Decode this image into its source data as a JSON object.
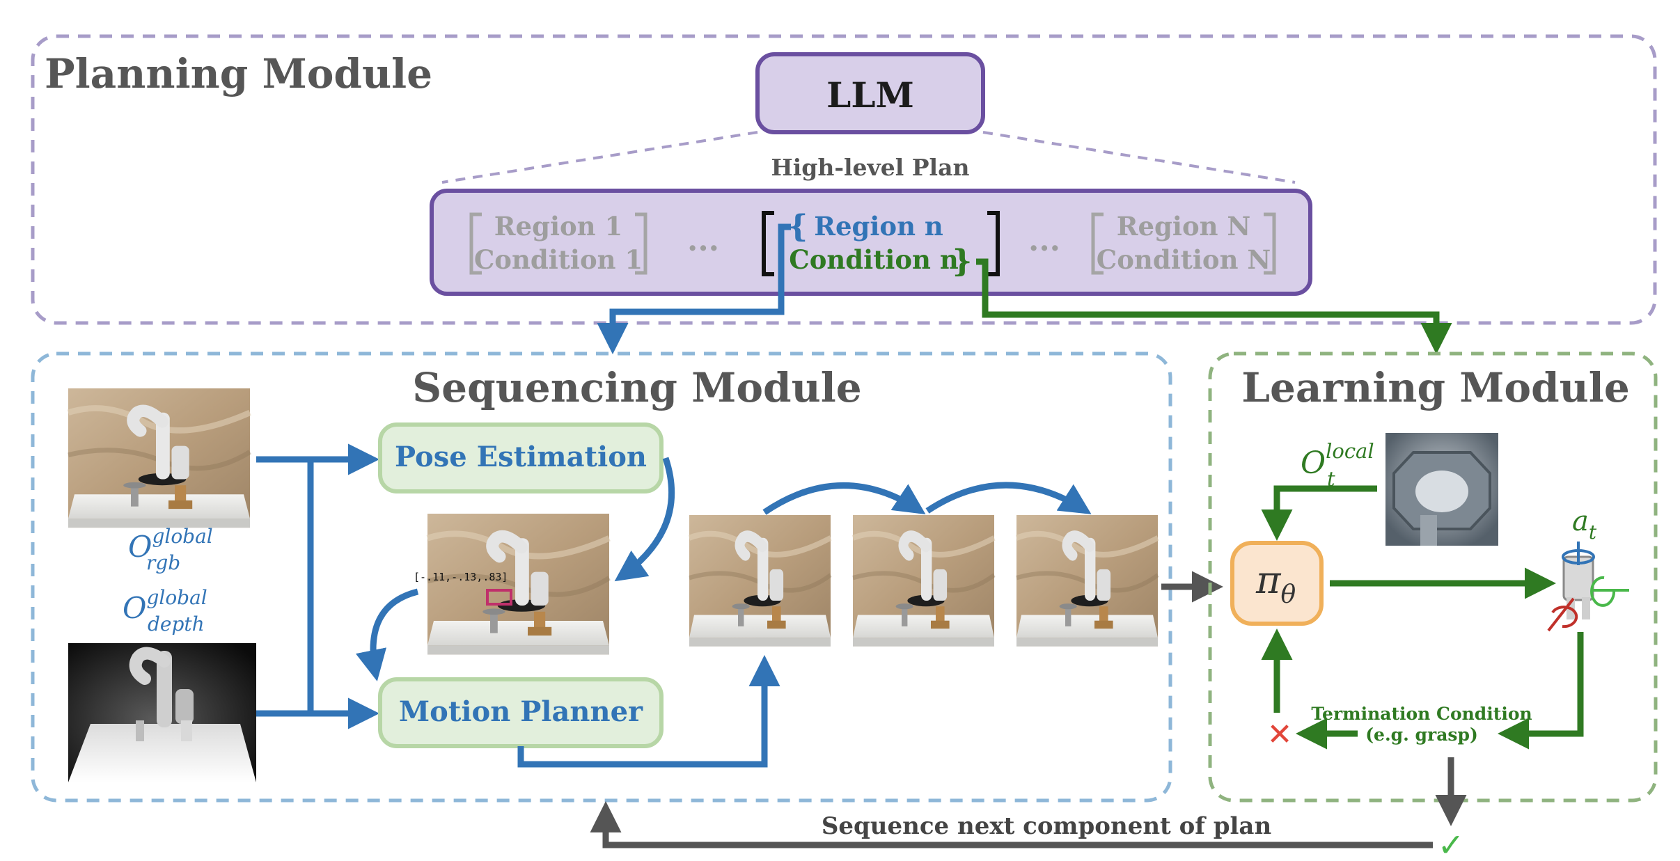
{
  "planning": {
    "title": "Planning Module",
    "llm_label": "LLM",
    "plan_label": "High-level Plan",
    "region1": "Region 1",
    "condition1": "Condition 1",
    "ellipsis": "...",
    "region_n": "Region n",
    "condition_n": "Condition n",
    "region_N": "Region N",
    "condition_N": "Condition N"
  },
  "sequencing": {
    "title": "Sequencing Module",
    "pose_estimation": "Pose Estimation",
    "motion_planner": "Motion Planner",
    "obs_rgb_base": "O",
    "obs_rgb_sup": "global",
    "obs_rgb_sub": "rgb",
    "obs_depth_base": "O",
    "obs_depth_sup": "global",
    "obs_depth_sub": "depth",
    "pose_readout": "[-.11,-.13,.83]"
  },
  "learning": {
    "title": "Learning Module",
    "obs_local_base": "O",
    "obs_local_sup": "local",
    "obs_local_sub": "t",
    "policy_base": "π",
    "policy_sub": "θ",
    "action_base": "a",
    "action_sub": "t",
    "termination_line1": "Termination Condition",
    "termination_line2": "(e.g. grasp)",
    "fail_glyph": "✕",
    "success_glyph": "✓"
  },
  "footer": {
    "sequence_next": "Sequence next component of plan"
  },
  "colors": {
    "planning_border": "#a79cc8",
    "sequencing_border": "#8eb7d8",
    "learning_border": "#8fb37f",
    "llm_fill": "#d8cfe9",
    "llm_border": "#6a4fa0",
    "blue": "#3274b6",
    "green": "#2f7a22",
    "gray_arrow": "#555555",
    "green_box_fill": "#e2efdc",
    "green_box_border": "#b7d6a6",
    "policy_fill": "#fbe5cf",
    "policy_border": "#f0b05a",
    "fail": "#e2463a",
    "success": "#49b84a"
  }
}
